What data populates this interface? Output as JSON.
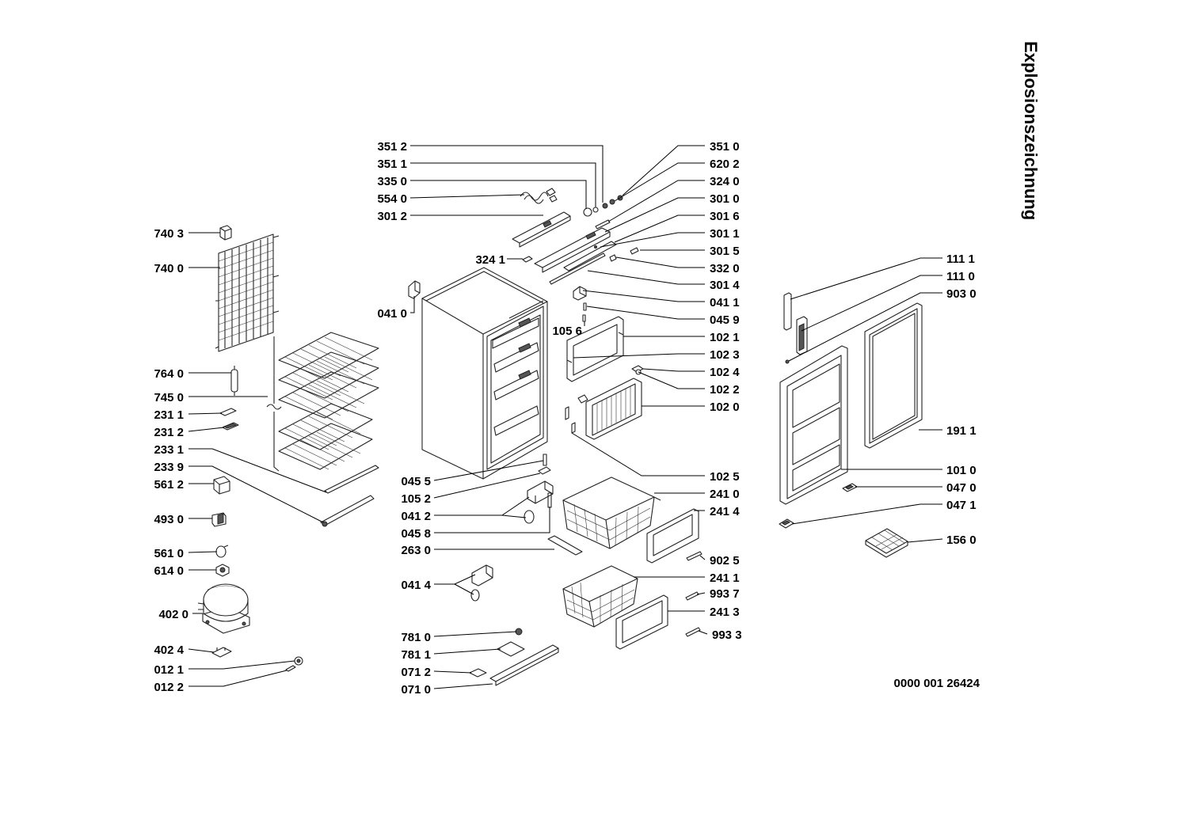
{
  "title": "Explosionszeichnung",
  "document_number": "0000 001 26424",
  "part_labels": {
    "p3512": "351 2",
    "p3511": "351 1",
    "p3350": "335 0",
    "p5540": "554 0",
    "p3012": "301 2",
    "p3241": "324 1",
    "p0410": "041 0",
    "p1056": "105 6",
    "p3510": "351 0",
    "p6202": "620 2",
    "p3240": "324 0",
    "p3010": "301 0",
    "p3016": "301 6",
    "p3011": "301 1",
    "p3015": "301 5",
    "p3320": "332 0",
    "p3014": "301 4",
    "p0411": "041 1",
    "p0459": "045 9",
    "p1021": "102 1",
    "p1023": "102 3",
    "p1024": "102 4",
    "p1022": "102 2",
    "p1020": "102 0",
    "p1025": "102 5",
    "p2410": "241 0",
    "p2414": "241 4",
    "p9025": "902 5",
    "p2411": "241 1",
    "p9937": "993 7",
    "p2413": "241 3",
    "p9933": "993 3",
    "p7403": "740 3",
    "p7400": "740 0",
    "p7640": "764 0",
    "p7450": "745 0",
    "p2311": "231 1",
    "p2312": "231 2",
    "p2331": "233 1",
    "p2339": "233 9",
    "p5612": "561 2",
    "p4930": "493 0",
    "p5610": "561 0",
    "p6140": "614 0",
    "p4020": "402 0",
    "p4024": "402 4",
    "p0121": "012 1",
    "p0122": "012 2",
    "p0455": "045 5",
    "p1052": "105 2",
    "p0412": "041 2",
    "p0458": "045 8",
    "p2630": "263 0",
    "p0414": "041 4",
    "p7810": "781 0",
    "p7811": "781 1",
    "p0712": "071 2",
    "p0710": "071 0",
    "p1111": "111 1",
    "p1110": "111 0",
    "p9030": "903 0",
    "p1911": "191 1",
    "p1010": "101 0",
    "p0470": "047 0",
    "p0471": "047 1",
    "p1560": "156 0"
  }
}
